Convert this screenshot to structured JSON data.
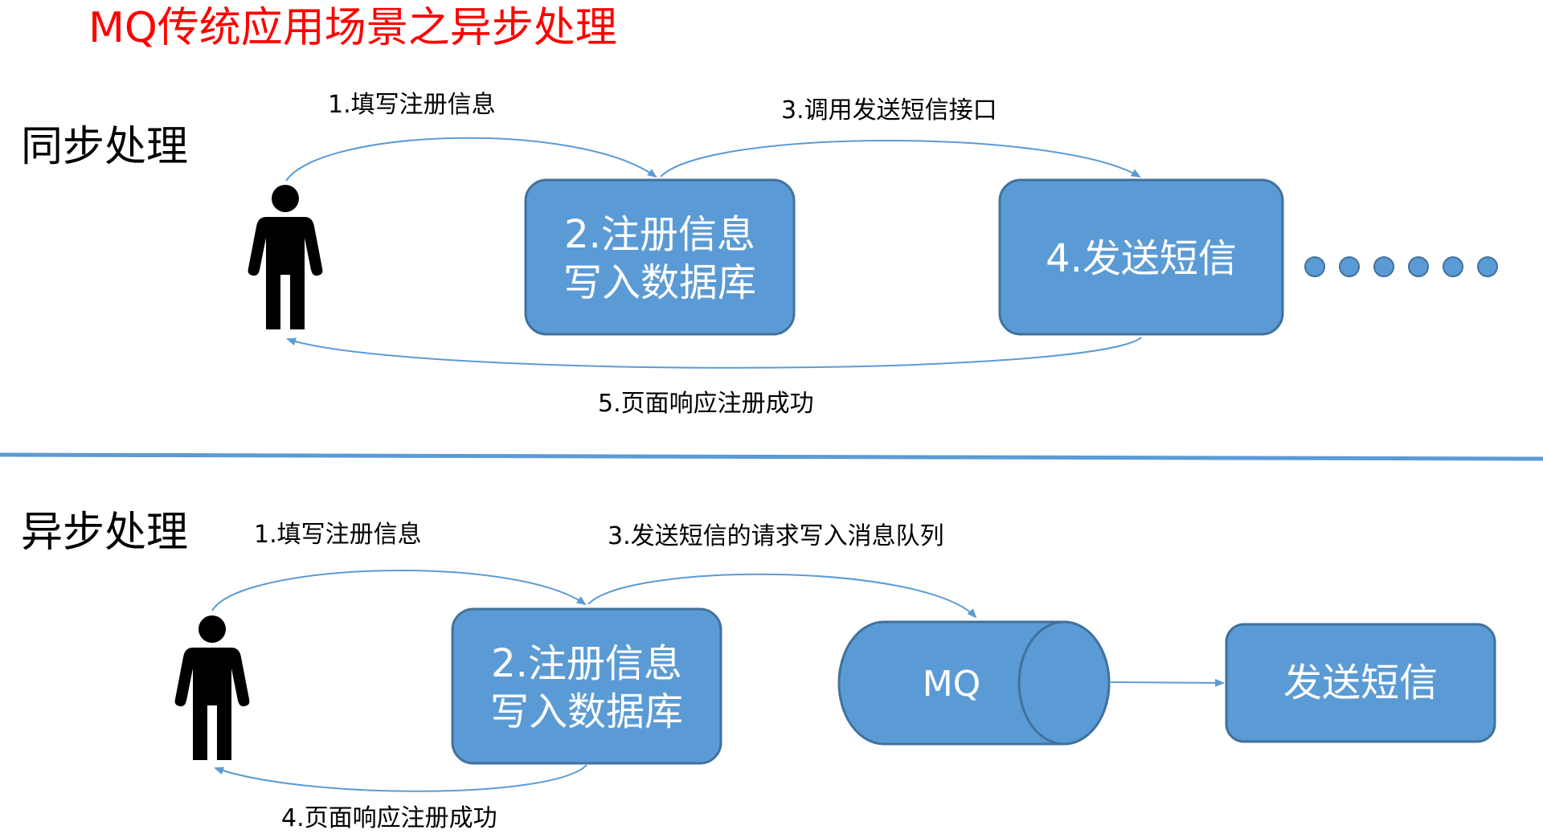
{
  "title": "MQ传统应用场景之异步处理",
  "colors": {
    "title": "#ff0000",
    "box_fill": "#5b9bd5",
    "box_stroke": "#41719c",
    "box_text": "#ffffff",
    "arrow": "#5b9bd5",
    "divider": "#5b9bd5",
    "person": "#000000",
    "text": "#000000"
  },
  "sync": {
    "section_title": "同步处理",
    "step1": "1.填写注册信息",
    "box1_line1": "2.注册信息",
    "box1_line2": "写入数据库",
    "step3": "3.调用发送短信接口",
    "box2": "4.发送短信",
    "step5": "5.页面响应注册成功",
    "more_dots_count": 6
  },
  "async": {
    "section_title": "异步处理",
    "step1": "1.填写注册信息",
    "box1_line1": "2.注册信息",
    "box1_line2": "写入数据库",
    "step3": "3.发送短信的请求写入消息队列",
    "mq_label": "MQ",
    "sms_box": "发送短信",
    "step4": "4.页面响应注册成功"
  }
}
